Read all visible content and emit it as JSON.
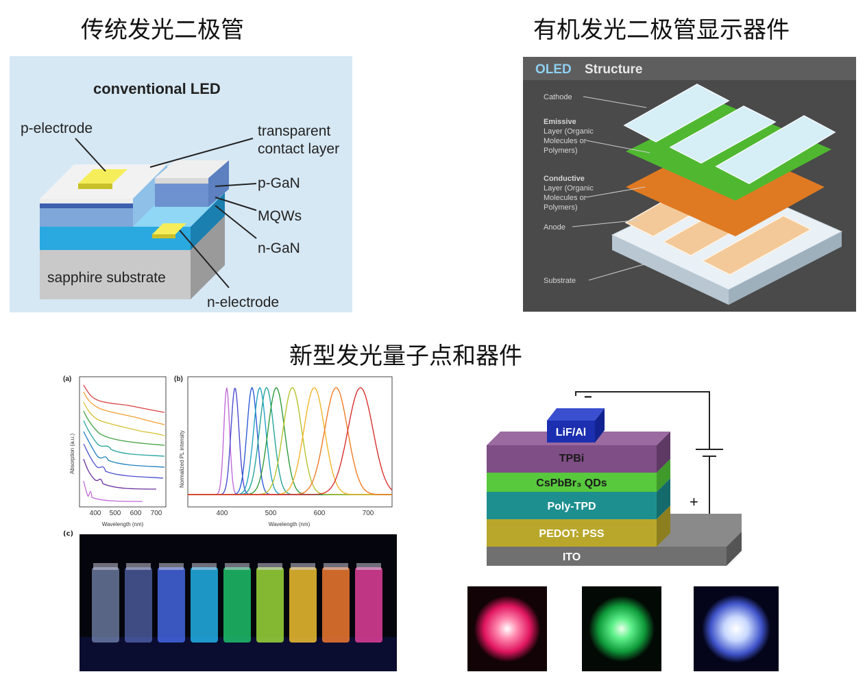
{
  "headings": {
    "traditional": "传统发光二极管",
    "oled": "有机发光二极管显示器件",
    "qd": "新型发光量子点和器件"
  },
  "led": {
    "title": "conventional LED",
    "p_electrode": "p-electrode",
    "transparent_1": "transparent",
    "transparent_2": "contact layer",
    "pgan": "p-GaN",
    "mqws": "MQWs",
    "ngan": "n-GaN",
    "sapphire": "sapphire substrate",
    "n_electrode": "n-electrode",
    "colors": {
      "bg": "#d6e8f4",
      "sapphire": "#c9c9c9",
      "ngan": "#29a9df",
      "pgan": "#7fa7d9",
      "electrode": "#e2d92a"
    }
  },
  "oled": {
    "title_a": "OLED",
    "title_b": "Structure",
    "cathode": "Cathode",
    "emissive_1": "Emissive",
    "emissive_2": "Layer (Organic",
    "emissive_3": "Molecules or",
    "emissive_4": "Polymers)",
    "conductive_1": "Conductive",
    "conductive_2": "Layer (Organic",
    "conductive_3": "Molecules or",
    "conductive_4": "Polymers)",
    "anode": "Anode",
    "substrate": "Substrate",
    "colors": {
      "bg": "#4a4a4a",
      "emissive": "#4fb830",
      "conductive": "#e07a22",
      "accent": "#8fd0f2"
    }
  },
  "plot_a": {
    "label": "(a)",
    "ylabel": "Absorption (a.u.)",
    "xlabel": "Wavelength (nm)",
    "xticks": [
      "400",
      "500",
      "600",
      "700"
    ]
  },
  "plot_b": {
    "label": "(b)",
    "ylabel": "Normalized PL intensity",
    "xlabel": "Wavelength (nm)",
    "xticks": [
      "400",
      "500",
      "600",
      "700"
    ],
    "peaks_nm": [
      410,
      427,
      462,
      478,
      492,
      512,
      545,
      590,
      635,
      685
    ],
    "series_colors": [
      "#c06ad8",
      "#4c4ccf",
      "#2f5ad6",
      "#20a0c0",
      "#22a39a",
      "#2f9a3a",
      "#b5c22a",
      "#f0b428",
      "#f07a25",
      "#d82f2f"
    ]
  },
  "photo_c": {
    "label": "(c)"
  },
  "device": {
    "lif": "LiF/Al",
    "minus": "−",
    "plus": "+",
    "tpbi": "TPBi",
    "qds": "CsPbBr₃ QDs",
    "polytpd": "Poly-TPD",
    "pedot": "PEDOT: PSS",
    "ito": "ITO",
    "colors": {
      "lif": "#1b2fb0",
      "tpbi": "#7f4e86",
      "qds": "#58c83d",
      "polytpd": "#1e8f8f",
      "pedot": "#b8a72a",
      "ito": "#707070"
    }
  },
  "led_photos": {
    "colors": [
      "#ff1e6a",
      "#1ed85a",
      "#c8d8ff"
    ]
  }
}
